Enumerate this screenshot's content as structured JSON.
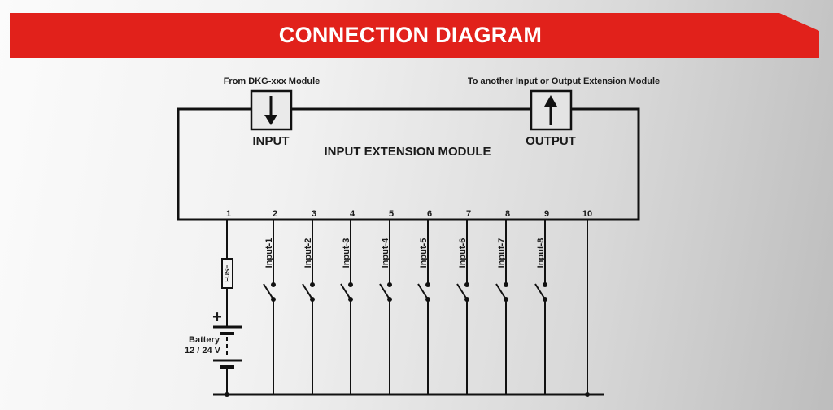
{
  "header": {
    "title": "CONNECTION DIAGRAM"
  },
  "colors": {
    "banner_red": "#e1211b",
    "line": "#111111"
  },
  "module": {
    "name": "INPUT EXTENSION MODULE",
    "input_label": "INPUT",
    "output_label": "OUTPUT",
    "input_source": "From DKG-xxx Module",
    "output_destination": "To another Input or Output Extension Module",
    "input_arrow_icon": "arrow-down-icon",
    "output_arrow_icon": "arrow-up-icon"
  },
  "terminals": [
    "1",
    "2",
    "3",
    "4",
    "5",
    "6",
    "7",
    "8",
    "9",
    "10"
  ],
  "inputs": [
    "Input-1",
    "Input-2",
    "Input-3",
    "Input-4",
    "Input-5",
    "Input-6",
    "Input-7",
    "Input-8"
  ],
  "power": {
    "fuse_label": "FUSE",
    "battery_label": "Battery",
    "battery_voltage": "12 / 24 V",
    "plus_sign": "+"
  }
}
